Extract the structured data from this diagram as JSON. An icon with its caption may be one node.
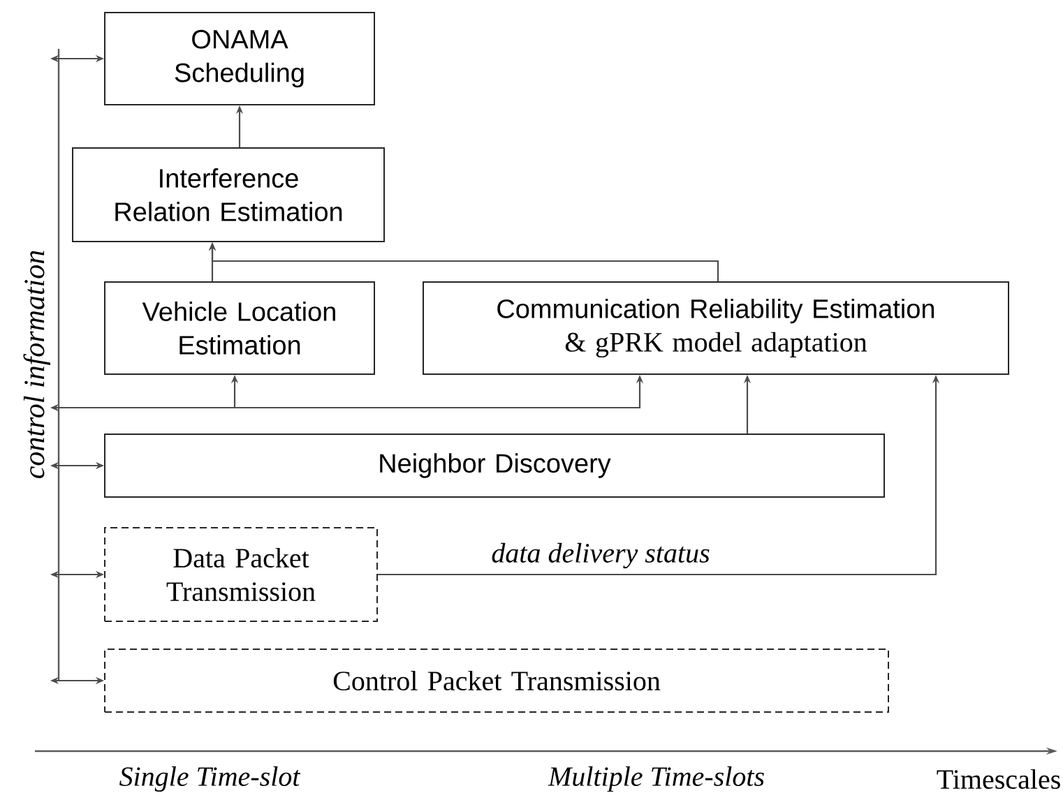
{
  "diagram": {
    "nodes": [
      {
        "text": [
          "ONAMA Scheduling"
        ]
      },
      {
        "text": [
          "Interference Relation Estimation"
        ]
      },
      {
        "text": [
          "Vehicle Location Estimation"
        ]
      },
      {
        "text": [
          "Communication Reliability Estimation",
          "&  gPRK model adaptation"
        ]
      },
      {
        "text": [
          "Neighbor Discovery"
        ]
      },
      {
        "text": [
          "Data Packet Transmission"
        ]
      },
      {
        "text": [
          "Control Packet Transmission"
        ]
      },
      {
        "text": [
          "control information"
        ]
      }
    ],
    "edges": [
      {
        "from": 7,
        "to": 0,
        "arrow": "both"
      },
      {
        "from": 1,
        "to": 0,
        "arrow": "to"
      },
      {
        "from": 2,
        "to": 1,
        "arrow": "to"
      },
      {
        "from": 3,
        "to": 1,
        "arrow": "to"
      },
      {
        "from": 7,
        "to": 2,
        "arrow": "both"
      },
      {
        "from": 7,
        "to": 3,
        "arrow": "both"
      },
      {
        "from": 4,
        "to": 3,
        "arrow": "to"
      },
      {
        "from": 5,
        "to": 3,
        "label": "data delivery status",
        "arrow": "to"
      },
      {
        "from": 7,
        "to": 4,
        "arrow": "both"
      },
      {
        "from": 7,
        "to": 5,
        "arrow": "both"
      },
      {
        "from": 7,
        "to": 6,
        "arrow": "both"
      }
    ],
    "labels": [
      "Single Time-slot",
      "Multiple Time-slots",
      "Timescales"
    ]
  }
}
